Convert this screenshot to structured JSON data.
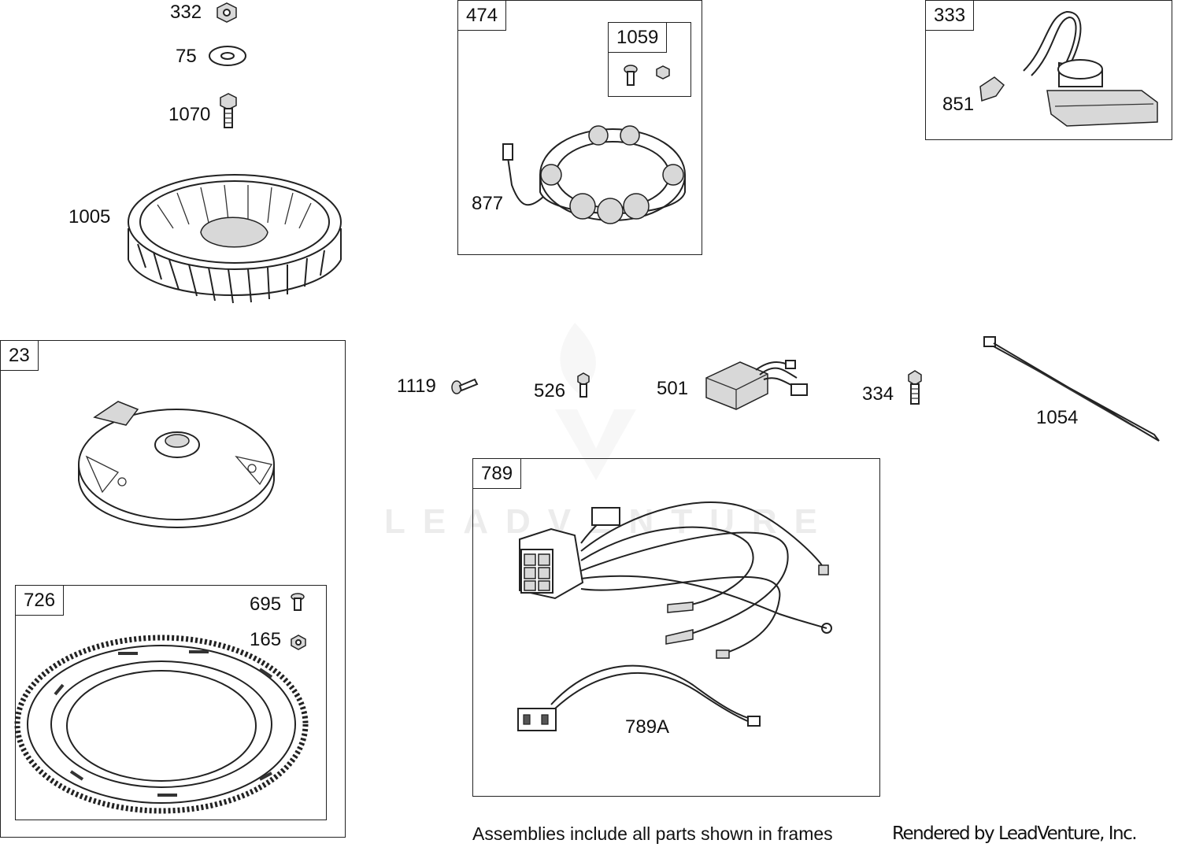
{
  "frames": {
    "f474": "474",
    "f1059": "1059",
    "f333": "333",
    "f23": "23",
    "f726": "726",
    "f789": "789"
  },
  "callouts": {
    "c332": "332",
    "c75": "75",
    "c1070": "1070",
    "c1005": "1005",
    "c877": "877",
    "c851": "851",
    "c1119": "1119",
    "c526": "526",
    "c501": "501",
    "c334": "334",
    "c1054": "1054",
    "c695": "695",
    "c165": "165",
    "c789A": "789A"
  },
  "footer": {
    "note": "Assemblies include all parts shown in frames",
    "credit": "Rendered by LeadVenture, Inc."
  },
  "watermark": "LEADVENTURE"
}
